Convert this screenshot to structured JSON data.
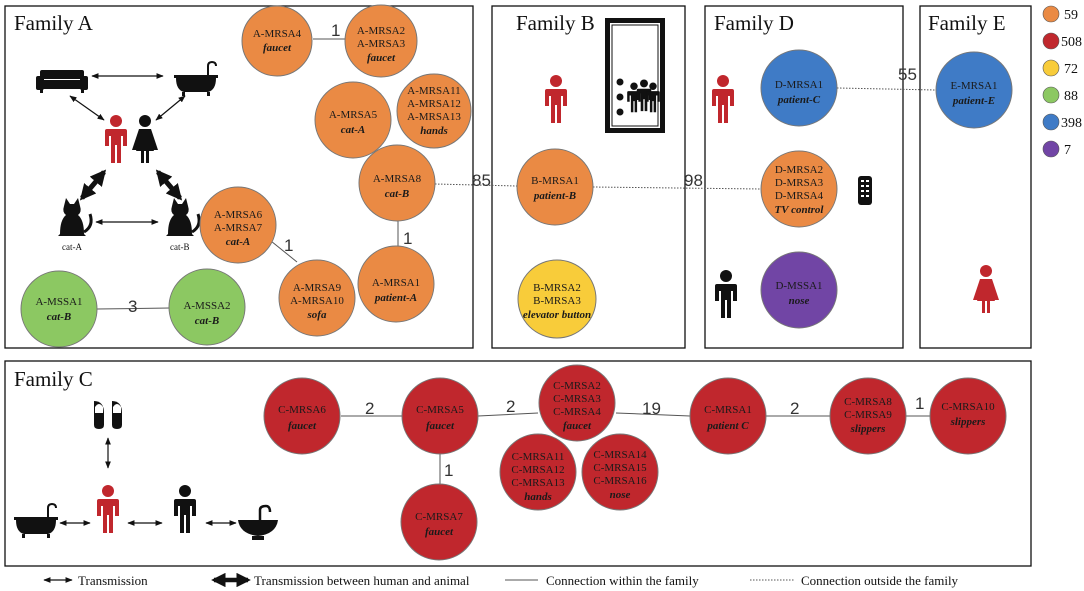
{
  "families": {
    "a": "Family A",
    "b": "Family B",
    "c": "Family C",
    "d": "Family D",
    "e": "Family E"
  },
  "colors": {
    "st59": "#ea8a44",
    "st508": "#c0272d",
    "st72": "#f8cc3a",
    "st88": "#8cc862",
    "st398": "#3f7bc6",
    "st7": "#7145a5",
    "human_patient": "#c0272d",
    "human_other": "#111111"
  },
  "st_legend": [
    {
      "label": "59",
      "color": "#ea8a44"
    },
    {
      "label": "508",
      "color": "#c0272d"
    },
    {
      "label": "72",
      "color": "#f8cc3a"
    },
    {
      "label": "88",
      "color": "#8cc862"
    },
    {
      "label": "398",
      "color": "#3f7bc6"
    },
    {
      "label": "7",
      "color": "#7145a5"
    }
  ],
  "nodes": {
    "a_mrsa4": {
      "lines": [
        "A-MRSA4"
      ],
      "source": "faucet"
    },
    "a_mrsa2_3": {
      "lines": [
        "A-MRSA2",
        "A-MRSA3"
      ],
      "source": "faucet"
    },
    "a_mrsa5": {
      "lines": [
        "A-MRSA5"
      ],
      "source": "cat-A"
    },
    "a_mrsa11_13": {
      "lines": [
        "A-MRSA11",
        "A-MRSA12",
        "A-MRSA13"
      ],
      "source": "hands"
    },
    "a_mrsa8": {
      "lines": [
        "A-MRSA8"
      ],
      "source": "cat-B"
    },
    "a_mrsa6_7": {
      "lines": [
        "A-MRSA6",
        "A-MRSA7"
      ],
      "source": "cat-A"
    },
    "a_mrsa9_10": {
      "lines": [
        "A-MRSA9",
        "A-MRSA10"
      ],
      "source": "sofa"
    },
    "a_mrsa1": {
      "lines": [
        "A-MRSA1"
      ],
      "source": "patient-A"
    },
    "a_mssa1": {
      "lines": [
        "A-MSSA1"
      ],
      "source": "cat-B"
    },
    "a_mssa2": {
      "lines": [
        "A-MSSA2"
      ],
      "source": "cat-B"
    },
    "b_mrsa1": {
      "lines": [
        "B-MRSA1"
      ],
      "source": "patient-B"
    },
    "b_mrsa2_3": {
      "lines": [
        "B-MRSA2",
        "B-MRSA3"
      ],
      "source": "elevator button"
    },
    "d_mrsa1": {
      "lines": [
        "D-MRSA1"
      ],
      "source": "patient-C"
    },
    "d_mrsa2_4": {
      "lines": [
        "D-MRSA2",
        "D-MRSA3",
        "D-MRSA4"
      ],
      "source": "TV control"
    },
    "d_mssa1": {
      "lines": [
        "D-MSSA1"
      ],
      "source": "nose"
    },
    "e_mrsa1": {
      "lines": [
        "E-MRSA1"
      ],
      "source": "patient-E"
    },
    "c_mrsa6": {
      "lines": [
        "C-MRSA6"
      ],
      "source": "faucet"
    },
    "c_mrsa5": {
      "lines": [
        "C-MRSA5"
      ],
      "source": "faucet"
    },
    "c_mrsa2_4": {
      "lines": [
        "C-MRSA2",
        "C-MRSA3",
        "C-MRSA4"
      ],
      "source": "faucet"
    },
    "c_mrsa1": {
      "lines": [
        "C-MRSA1"
      ],
      "source": "patient C"
    },
    "c_mrsa8_9": {
      "lines": [
        "C-MRSA8",
        "C-MRSA9"
      ],
      "source": "slippers"
    },
    "c_mrsa10": {
      "lines": [
        "C-MRSA10"
      ],
      "source": "slippers"
    },
    "c_mrsa7": {
      "lines": [
        "C-MRSA7"
      ],
      "source": "faucet"
    },
    "c_mrsa11_13": {
      "lines": [
        "C-MRSA11",
        "C-MRSA12",
        "C-MRSA13"
      ],
      "source": "hands"
    },
    "c_mrsa14_16": {
      "lines": [
        "C-MRSA14",
        "C-MRSA15",
        "C-MRSA16"
      ],
      "source": "nose"
    }
  },
  "edge_labels": {
    "a4_a2": "1",
    "a6_a9": "1",
    "a8_a1": "1",
    "mssa": "3",
    "a8_b1": "85",
    "b1_d": "98",
    "d1_e1": "55",
    "c6_c5": "2",
    "c5_c2": "2",
    "c2_c1": "19",
    "c1_c8": "2",
    "c8_c10": "1",
    "c5_c7": "1"
  },
  "cat_labels": {
    "cat_a": "cat-A",
    "cat_b": "cat-B"
  },
  "legend": {
    "transmission": "Transmission",
    "human_animal": "Transmission between human and animal",
    "within": "Connection within the family",
    "outside": "Connection outside the family"
  }
}
